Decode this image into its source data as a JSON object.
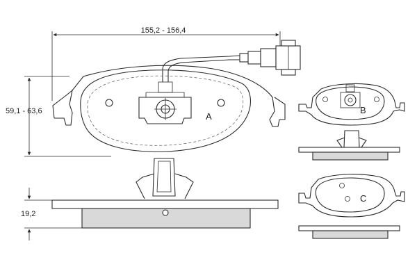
{
  "dimensions": {
    "width": "155,2 - 156,4",
    "height": "59,1 - 63,6",
    "thickness": "19,2"
  },
  "labels": {
    "a": "A",
    "b": "B",
    "c": "C"
  }
}
